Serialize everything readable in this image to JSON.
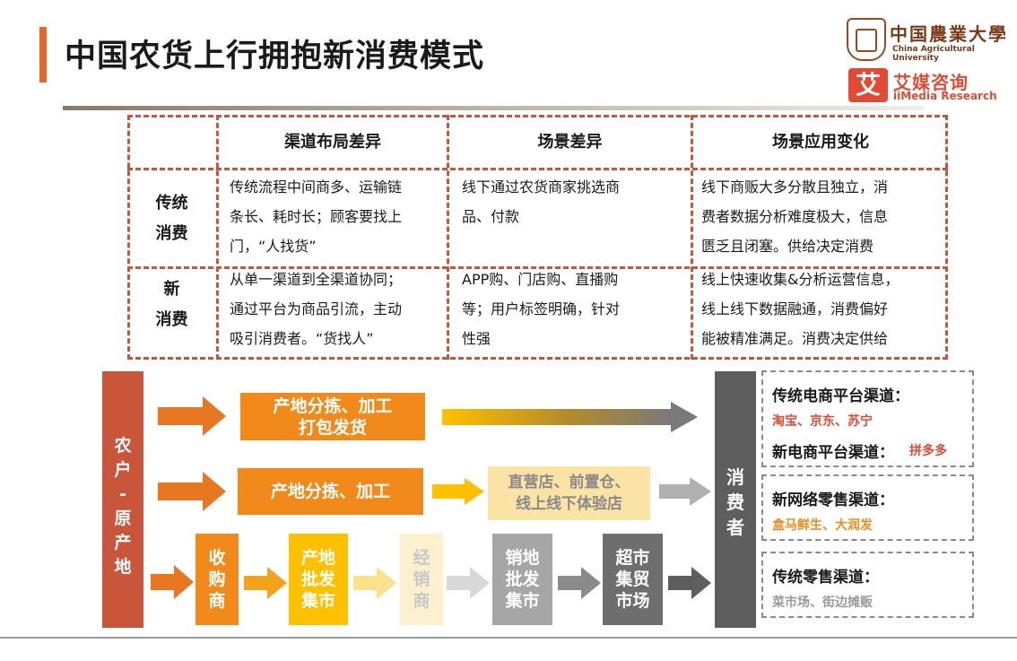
{
  "page": {
    "title": "中国农货上行拥抱新消费模式"
  },
  "logos": {
    "cau_name": "中国農業大學",
    "cau_en": "China Agricultural University",
    "iimedia_mark": "艾",
    "iimedia_name": "艾媒咨询",
    "iimedia_en": "iiMedia Research"
  },
  "table": {
    "headers": [
      "渠道布局差异",
      "场景差异",
      "场景应用变化"
    ],
    "rows": [
      {
        "label": "传统\n消费",
        "cells": [
          "传统流程中间商多、运输链\n条长、耗时长；顾客要找上\n门，“人找货”",
          "线下通过农货商家挑选商\n品、付款",
          "线下商贩大多分散且独立，消\n费者数据分析难度极大，信息\n匮乏且闭塞。供给决定消费"
        ]
      },
      {
        "label": "新\n消费",
        "cells": [
          "从单一渠道到全渠道协同；\n通过平台为商品引流，主动\n吸引消费者。“货找人”",
          "APP购、门店购、直播购\n等；用户标签明确，针对\n性强",
          "线上快速收集&分析运营信息，\n线上线下数据融通，消费偏好\n能被精准满足。消费决定供给"
        ]
      }
    ]
  },
  "flow": {
    "source": "农\n户\n-\n原\n产\n地",
    "consumer": "消\n费\n者",
    "row1": {
      "box": "产地分拣、加工\n打包发货"
    },
    "row2": {
      "box1": "产地分拣、加工",
      "box2": "直营店、前置仓、\n线上线下体验店"
    },
    "row3": {
      "boxes": [
        "收\n购\n商",
        "产地\n批发\n集市",
        "经\n销\n商",
        "销地\n批发\n集市",
        "超市\n集贸\n市场"
      ]
    },
    "colors": {
      "source": "#c9553a",
      "consumer": "#5e5e5e",
      "orange": "#f28a1b",
      "deep_orange": "#e87722",
      "yellow": "#ffc000",
      "light_yellow": "#fbe3a6",
      "gray": "#a6a6a6",
      "dark_gray": "#6e6e6e"
    }
  },
  "channels": [
    {
      "lines": [
        {
          "title": "传统电商平台渠道：",
          "sub": ""
        },
        {
          "title": "",
          "sub": "淘宝、京东、苏宁"
        },
        {
          "title": "新电商平台渠道：",
          "sub": "拼多多"
        }
      ],
      "sub_color": "#e34a33"
    },
    {
      "lines": [
        {
          "title": "新网络零售渠道：",
          "sub": ""
        },
        {
          "title": "",
          "sub": "盒马鲜生、大润发"
        }
      ],
      "sub_color": "#f28a1b"
    },
    {
      "lines": [
        {
          "title": "传统零售渠道：",
          "sub": ""
        },
        {
          "title": "",
          "sub": "菜市场、街边摊贩"
        }
      ],
      "sub_color": "#9a9a9a"
    }
  ]
}
